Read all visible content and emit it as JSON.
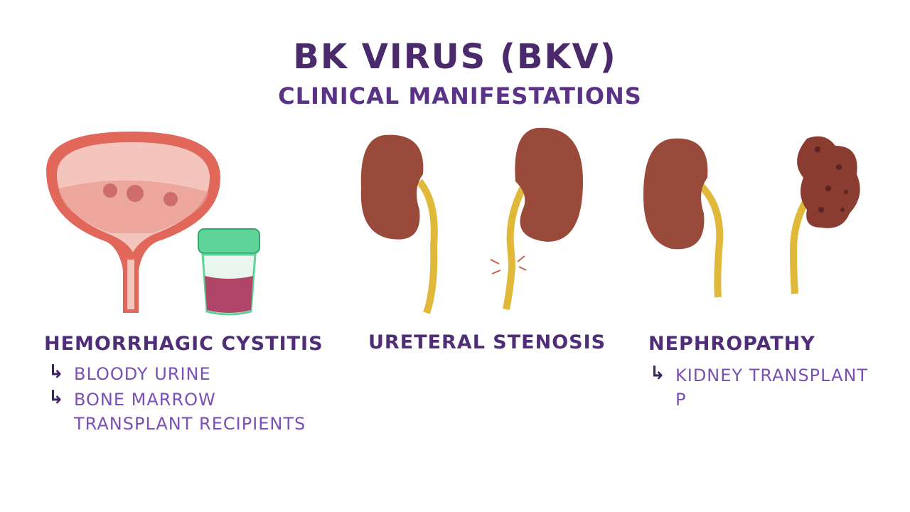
{
  "title": "BK VIRUS (BKV)",
  "subtitle": "CLINICAL MANIFESTATIONS",
  "sections": [
    {
      "heading": "HEMORRHAGIC CYSTITIS",
      "items": [
        "BLOODY URINE",
        "BONE MARROW",
        "TRANSPLANT RECIPIENTS"
      ]
    },
    {
      "heading": "URETERAL STENOSIS",
      "items": []
    },
    {
      "heading": "NEPHROPATHY",
      "items": [
        "KIDNEY TRANSPLANT",
        "P"
      ]
    }
  ],
  "colors": {
    "heading": "#4f2d78",
    "text": "#7a4fb8",
    "kidney": "#9a4a3a",
    "ureter": "#e0b83a",
    "bladder": "#e0675a",
    "cup_lid": "#5ed39a",
    "urine": "#b0456a"
  }
}
